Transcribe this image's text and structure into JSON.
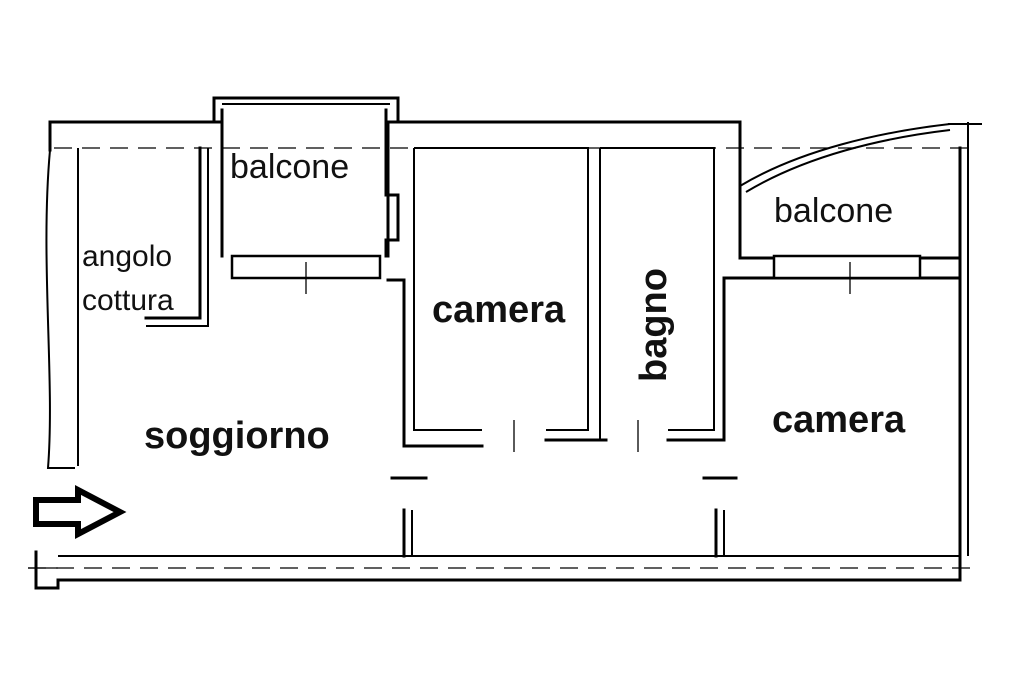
{
  "rooms": {
    "balcone_left": "balcone",
    "angolo_line1": "angolo",
    "angolo_line2": "cottura",
    "soggiorno": "soggiorno",
    "camera_center": "camera",
    "bagno": "bagno",
    "balcone_right": "balcone",
    "camera_right": "camera"
  },
  "entrance": {
    "icon": "entrance-arrow-icon"
  },
  "colors": {
    "lines": "#000000",
    "background": "#ffffff"
  }
}
